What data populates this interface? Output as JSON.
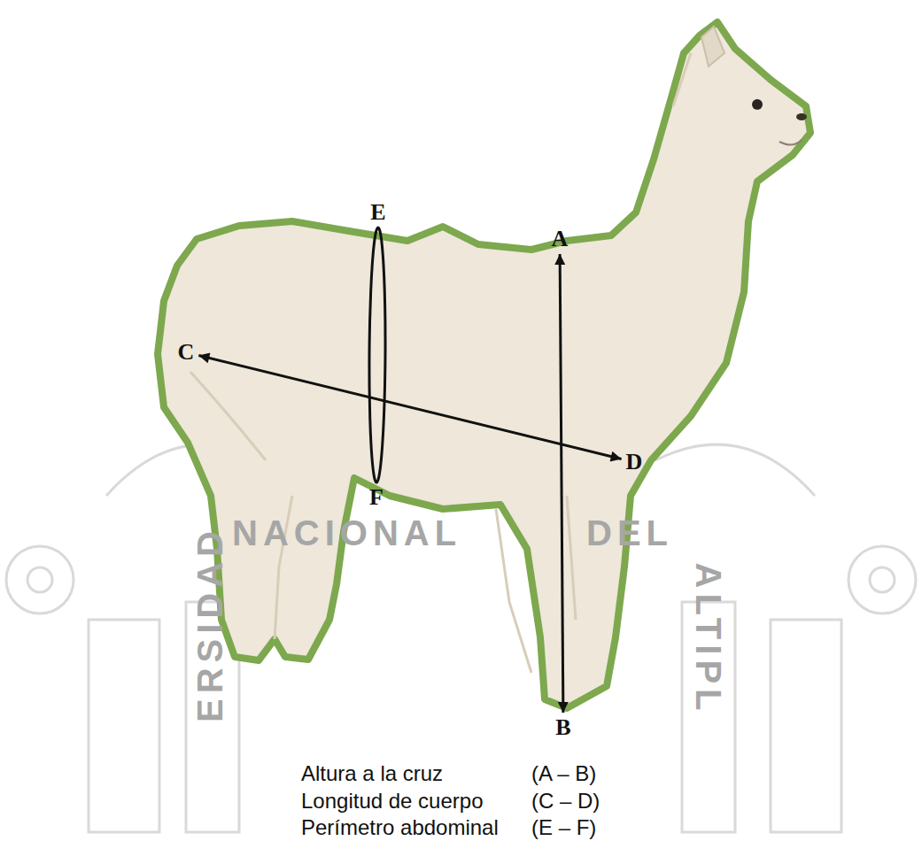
{
  "diagram": {
    "nodes": [
      {
        "text": [
          "E"
        ]
      },
      {
        "text": [
          "A"
        ]
      },
      {
        "text": [
          "C"
        ]
      },
      {
        "text": [
          "D"
        ]
      },
      {
        "text": [
          "F"
        ]
      },
      {
        "text": [
          "B"
        ]
      }
    ],
    "edges": [
      {
        "from": 1,
        "to": 5,
        "arrow": "both"
      },
      {
        "from": 2,
        "to": 3,
        "arrow": "both"
      },
      {
        "from": 0,
        "to": 4,
        "arrow": "none"
      }
    ],
    "labels": [
      "NACIONAL",
      "DEL",
      "ERSIDAD",
      "ALTIPL",
      "Altura a la cruz",
      "(A – B)",
      "Longitud de cuerpo",
      "(C – D)",
      "Perímetro abdominal",
      "(E – F)"
    ]
  }
}
